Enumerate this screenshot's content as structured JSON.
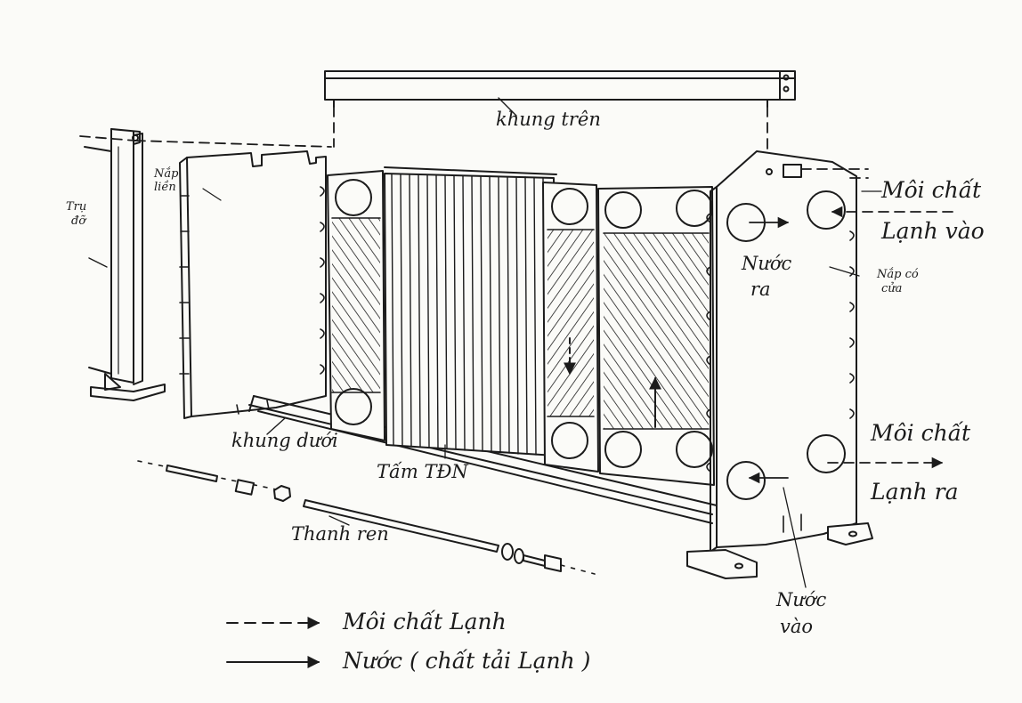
{
  "labels": {
    "top_frame": "khung trên",
    "support_post_line1": "Trụ",
    "support_post_line2": "đỡ",
    "fixed_cover_line1": "Nắp",
    "fixed_cover_line2": "liền",
    "refrigerant_in_line1": "Môi chất",
    "refrigerant_in_line2": "Lạnh vào",
    "water_out_line1": "Nước",
    "water_out_line2": "ra",
    "movable_cover_line1": "Nắp có",
    "movable_cover_line2": "cửa",
    "bottom_frame": "khung dưới",
    "plates": "Tấm TĐN",
    "tie_rod": "Thanh ren",
    "refrigerant_out_line1": "Môi chất",
    "refrigerant_out_line2": "Lạnh ra",
    "water_in_line1": "Nước",
    "water_in_line2": "vào"
  },
  "legend": {
    "refrigerant": "Môi chất Lạnh",
    "water": "Nước ( chất tải Lạnh )"
  },
  "colors": {
    "ink": "#1b1b1b",
    "paper": "#fbfbf8"
  }
}
